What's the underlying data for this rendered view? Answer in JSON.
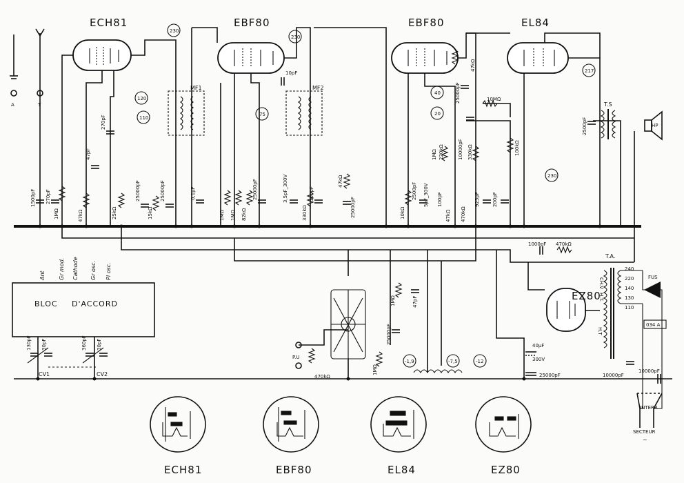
{
  "tubes": {
    "ech81": "ECH81",
    "ebf80_a": "EBF80",
    "ebf80_b": "EBF80",
    "el84": "EL84",
    "ez80": "EZ80"
  },
  "terminals": {
    "a": "A",
    "t": "T"
  },
  "transformers": {
    "mf1": "MF1",
    "mf2": "MF2",
    "ts": "T.S",
    "ta": "T.A.",
    "hp": "HP"
  },
  "bloc": {
    "title_left": "BLOC",
    "title_right": "D'ACCORD",
    "pins": [
      "Ant",
      "Gr mod.",
      "Cathode",
      "Gr osc.",
      "Pl osc."
    ]
  },
  "variable_caps": {
    "cv1": "CV1",
    "cv2": "CV2"
  },
  "tags": [
    "230",
    "230",
    "120",
    "110",
    "75",
    "40",
    "20",
    "217",
    "230",
    "-1,9",
    "-7,5",
    "-12"
  ],
  "components": {
    "c1500": "1500pF",
    "c270a": "270pF",
    "r1m_a": "1MΩ",
    "r47k": "47kΩ",
    "c47": "47pF",
    "c270b": "270pF",
    "r25k": "25kΩ",
    "r15k": "15kΩ",
    "c25000a": "25000pF",
    "c25000b": "25000pF",
    "c01": "0,1µF",
    "r1m_b": "1MΩ",
    "r1m_c": "1MΩ",
    "r82k": "82kΩ",
    "c25000c": "25000pF",
    "c10": "10pF",
    "c35": "3,5pF_300V",
    "r330k": "330kΩ",
    "c100": "100pF",
    "r47k_b": "47kΩ",
    "c25000d": "25000pF",
    "r10k_a": "10kΩ",
    "c2500": "2500pF",
    "c5pf": "5pF_300V",
    "r1m_d": "1MΩ",
    "r220k": "220kΩ",
    "c100b": "100pF",
    "r47k_c": "47kΩ",
    "r470k": "470kΩ",
    "c10000": "10000pF",
    "r330k_b": "330kΩ",
    "c925": "925pF",
    "c200": "200pF",
    "r47k_d": "47kΩ",
    "c25000e": "25000pF",
    "r10m": "10MΩ",
    "r100k": "100kΩ",
    "c2500b": "2500pF",
    "c1000": "1000pF",
    "r470k_b": "470kΩ",
    "r1m_e": "1MΩ",
    "c47b": "47pF",
    "c25000f": "25000pF",
    "r470k_c": "470kΩ",
    "r1m_f": "1MΩ",
    "pu": "P.U",
    "c40uf": "40µF",
    "v300": "300V",
    "c25000g": "25000pF",
    "c10000b": "10000pF",
    "c10000c": "10000pF",
    "c130": "130pF",
    "c30a": "30pF",
    "c360": "360pF",
    "c30b": "30pF"
  },
  "power": {
    "fus": "FUS",
    "interr": "INTERR",
    "secteur": "SECTEUR",
    "taps": [
      "240",
      "220",
      "140",
      "130",
      "110"
    ],
    "code": "034 A",
    "ch": "CH.V",
    "ht": "H.T.",
    "ht2": "H.T"
  },
  "base_diagrams": [
    "ECH81",
    "EBF80",
    "EL84",
    "EZ80"
  ]
}
